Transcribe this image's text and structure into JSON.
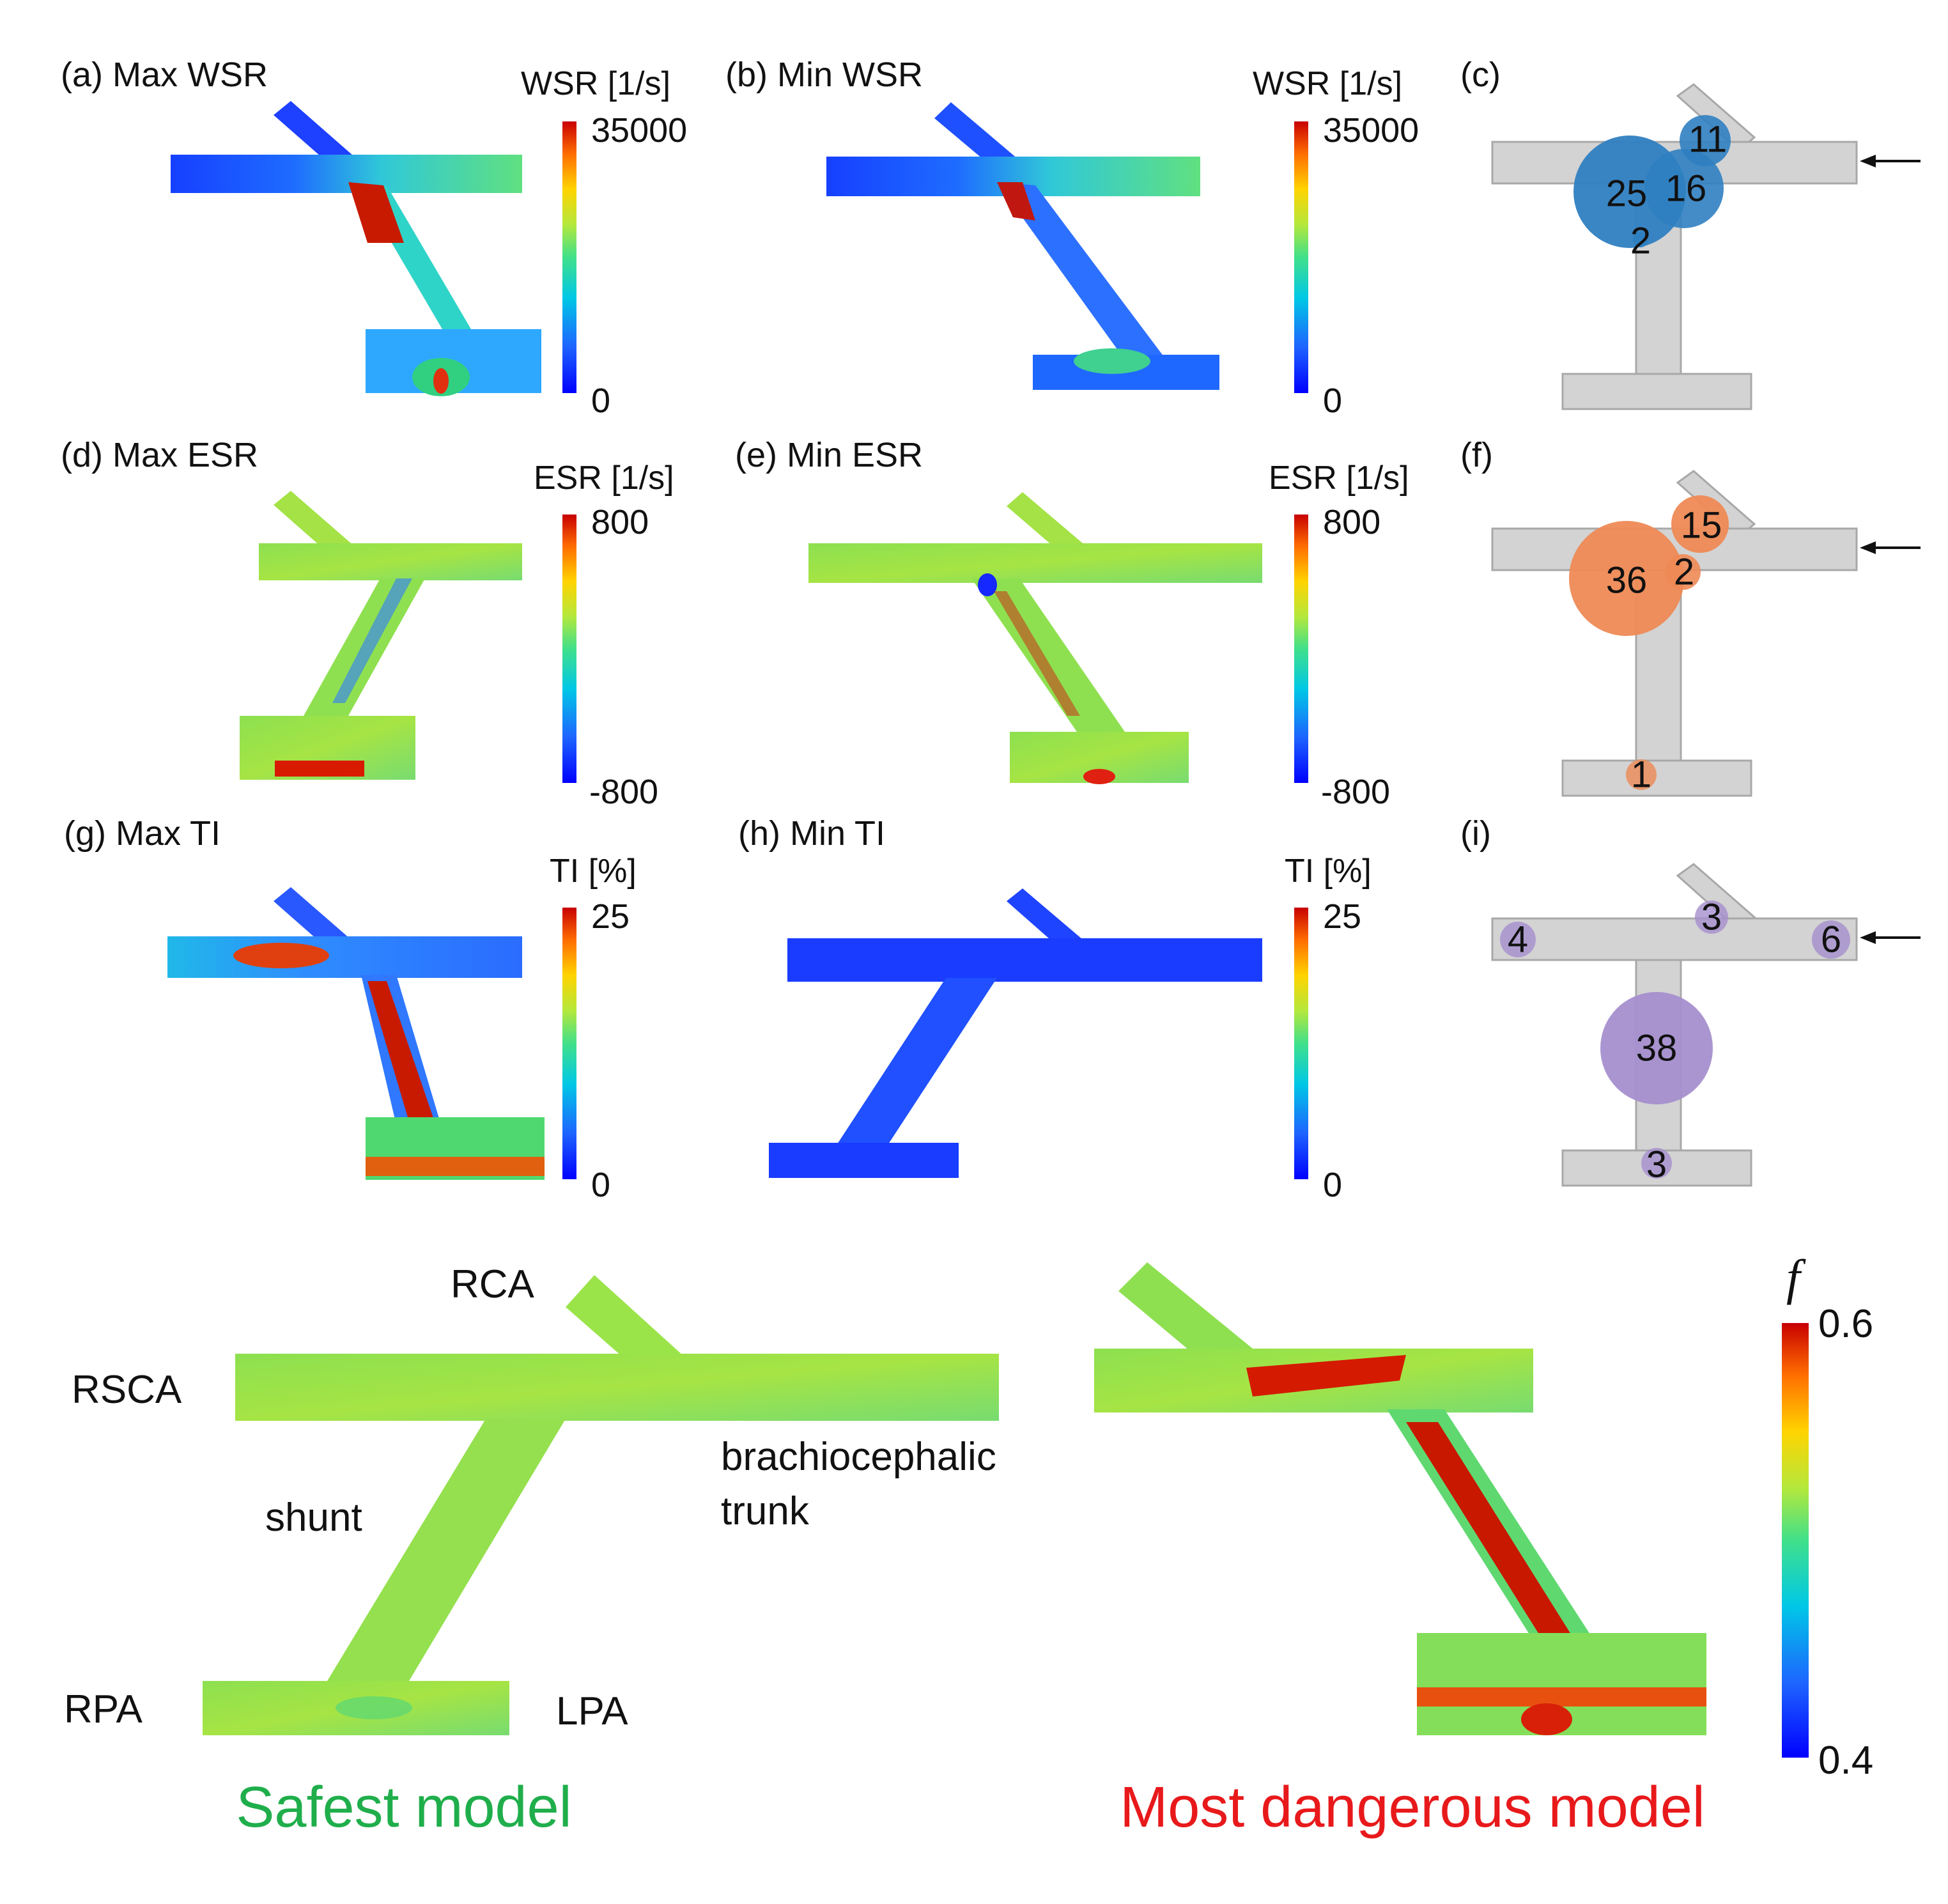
{
  "panels": {
    "a": {
      "title": "(a) Max WSR"
    },
    "b": {
      "title": "(b) Min WSR"
    },
    "c": {
      "title": "(c)"
    },
    "d": {
      "title": "(d) Max ESR"
    },
    "e": {
      "title": "(e) Min ESR"
    },
    "f": {
      "title": "(f)"
    },
    "g": {
      "title": "(g) Max TI"
    },
    "h": {
      "title": "(h) Min TI"
    },
    "i": {
      "title": "(i)"
    }
  },
  "colorbars": {
    "wsr": {
      "title": "WSR [1/s]",
      "max": "35000",
      "min": "0"
    },
    "esr": {
      "title": "ESR [1/s]",
      "max": "800",
      "min": "-800"
    },
    "ti": {
      "title": "TI [%]",
      "max": "25",
      "min": "0"
    },
    "f": {
      "title": "f",
      "max": "0.6",
      "min": "0.4"
    }
  },
  "bubbles": {
    "wsr": [
      {
        "label": "25",
        "value": 25,
        "color": "#2f7fc1"
      },
      {
        "label": "16",
        "value": 16,
        "color": "#2f7fc1"
      },
      {
        "label": "11",
        "value": 11,
        "color": "#2f7fc1"
      },
      {
        "label": "2",
        "value": 2,
        "color": "#2f7fc1"
      }
    ],
    "esr": [
      {
        "label": "36",
        "value": 36,
        "color": "#ee8a55"
      },
      {
        "label": "15",
        "value": 15,
        "color": "#ee8a55"
      },
      {
        "label": "2",
        "value": 2,
        "color": "#ee8a55"
      },
      {
        "label": "1",
        "value": 1,
        "color": "#ee8a55"
      }
    ],
    "ti": [
      {
        "label": "38",
        "value": 38,
        "color": "#a58fce"
      },
      {
        "label": "4",
        "value": 4,
        "color": "#a58fce"
      },
      {
        "label": "3",
        "value": 3,
        "color": "#a58fce"
      },
      {
        "label": "6",
        "value": 6,
        "color": "#a58fce"
      },
      {
        "label": "3",
        "value": 3,
        "color": "#a58fce"
      }
    ]
  },
  "vessels": {
    "rca": "RCA",
    "rsca": "RSCA",
    "brachiocephalic_line1": "brachiocephalic",
    "brachiocephalic_line2": "trunk",
    "shunt": "shunt",
    "rpa": "RPA",
    "lpa": "LPA"
  },
  "models": {
    "safest": {
      "title": "Safest model",
      "color": "#1fae4b"
    },
    "dangerous": {
      "title": "Most dangerous model",
      "color": "#e8191b"
    }
  }
}
